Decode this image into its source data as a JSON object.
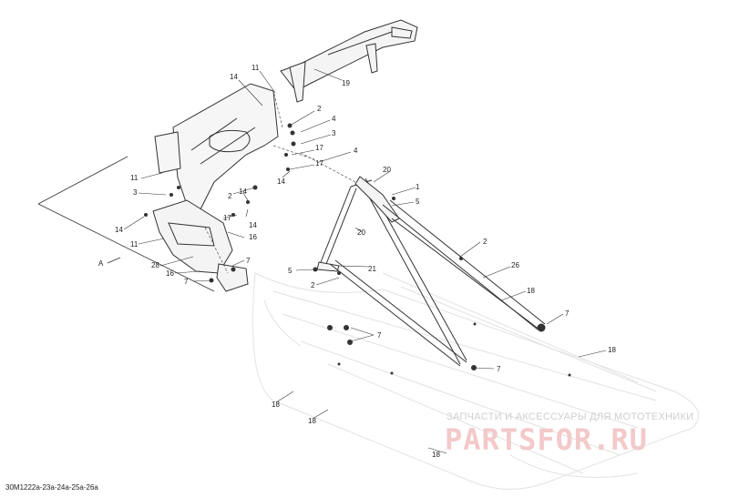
{
  "diagram_code": "30M1222a-23a-24a-25a-26a",
  "watermark": {
    "tagline": "ЗАПЧАСТИ И АКСЕССУАРЫ ДЛЯ МОТОТЕХНИКИ",
    "brand": "PARTSFOR.RU"
  },
  "detail_marker": "A",
  "callouts": [
    {
      "id": "c11a",
      "text": "11"
    },
    {
      "id": "c14a",
      "text": "14"
    },
    {
      "id": "c19",
      "text": "19"
    },
    {
      "id": "c2a",
      "text": "2"
    },
    {
      "id": "c4a",
      "text": "4"
    },
    {
      "id": "c3a",
      "text": "3"
    },
    {
      "id": "c17a",
      "text": "17"
    },
    {
      "id": "c4b",
      "text": "4"
    },
    {
      "id": "c17b",
      "text": "17"
    },
    {
      "id": "c14b",
      "text": "14"
    },
    {
      "id": "c11b",
      "text": "11"
    },
    {
      "id": "c3b",
      "text": "3"
    },
    {
      "id": "c2b",
      "text": "2"
    },
    {
      "id": "c14c",
      "text": "14"
    },
    {
      "id": "c14d",
      "text": "14"
    },
    {
      "id": "c17c",
      "text": "17"
    },
    {
      "id": "c14e",
      "text": "14"
    },
    {
      "id": "c16a",
      "text": "16"
    },
    {
      "id": "c11c",
      "text": "11"
    },
    {
      "id": "c28",
      "text": "28"
    },
    {
      "id": "c16b",
      "text": "16"
    },
    {
      "id": "c7a",
      "text": "7"
    },
    {
      "id": "c7b",
      "text": "7"
    },
    {
      "id": "c20a",
      "text": "20"
    },
    {
      "id": "c1",
      "text": "1"
    },
    {
      "id": "c5a",
      "text": "5"
    },
    {
      "id": "c20b",
      "text": "20"
    },
    {
      "id": "c2c",
      "text": "2"
    },
    {
      "id": "c21",
      "text": "21"
    },
    {
      "id": "c5b",
      "text": "5"
    },
    {
      "id": "c2d",
      "text": "2"
    },
    {
      "id": "c26",
      "text": "26"
    },
    {
      "id": "c18a",
      "text": "18"
    },
    {
      "id": "c7c",
      "text": "7"
    },
    {
      "id": "c7d",
      "text": "7"
    },
    {
      "id": "c18b",
      "text": "18"
    },
    {
      "id": "c7e",
      "text": "7"
    },
    {
      "id": "c18c",
      "text": "18"
    },
    {
      "id": "c18d",
      "text": "18"
    },
    {
      "id": "c18e",
      "text": "18"
    }
  ]
}
